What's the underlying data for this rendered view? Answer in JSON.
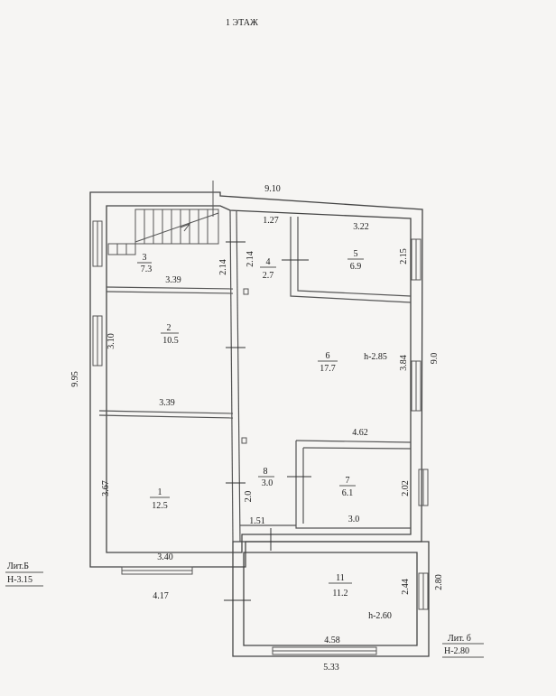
{
  "title": "1 ЭТАЖ",
  "rooms": [
    {
      "num": "1",
      "area": "12.5"
    },
    {
      "num": "2",
      "area": "10.5"
    },
    {
      "num": "3",
      "area": "7.3"
    },
    {
      "num": "4",
      "area": "2.7"
    },
    {
      "num": "5",
      "area": "6.9"
    },
    {
      "num": "6",
      "area": "17.7"
    },
    {
      "num": "7",
      "area": "6.1"
    },
    {
      "num": "8",
      "area": "3.0"
    },
    {
      "num": "11",
      "area": "11.2"
    }
  ],
  "dimensions": {
    "top": "9.10",
    "left_total": "9.95",
    "right_total": "9.0",
    "r3_bottom": "3.39",
    "r2_height": "3.10",
    "r2_bottom": "3.39",
    "r1_height": "3.67",
    "r1_bottom": "3.40",
    "r1_outer": "4.17",
    "r3_right": "2.14",
    "r4_left": "2.14",
    "r4_top": "1.27",
    "r5_top": "3.22",
    "r5_right": "2.15",
    "r6_right": "3.84",
    "r7_top": "4.62",
    "r7_right": "2.02",
    "r7_bottom": "3.0",
    "r8_width": "1.51",
    "r8_height": "2.0",
    "r11_height": "2.44",
    "r11_outer": "2.80",
    "r11_bottom": "4.58",
    "r11_outer_bottom": "5.33"
  },
  "heights": {
    "r6": "h-2.85",
    "r11": "h-2.60"
  },
  "lit_b": {
    "line1": "Лит.Б",
    "line2": "Н-3.15"
  },
  "lit_6": {
    "line1": "Лит. б",
    "line2": "Н-2.80"
  }
}
